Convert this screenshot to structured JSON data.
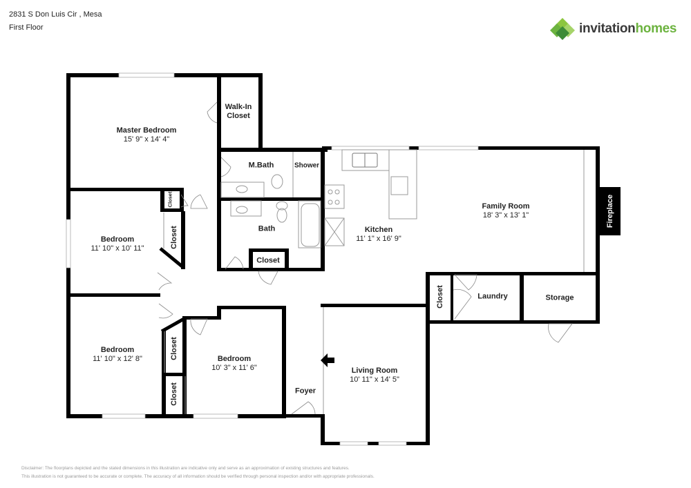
{
  "header": {
    "address": "2831 S Don Luis Cir , Mesa",
    "floor": "First Floor"
  },
  "logo": {
    "word1": "invitation",
    "word2": "homes",
    "color_dark": "#3a3a3a",
    "color_green": "#6cb33f"
  },
  "rooms": {
    "master_bedroom": {
      "name": "Master Bedroom",
      "dims": "15' 9\" x 14' 4\""
    },
    "walk_in_closet": {
      "name": "Walk-In Closet",
      "line1": "Walk-In",
      "line2": "Closet"
    },
    "m_bath": {
      "name": "M.Bath"
    },
    "shower": {
      "name": "Shower"
    },
    "bath": {
      "name": "Bath"
    },
    "hall_closet": {
      "name": "Closet"
    },
    "kitchen": {
      "name": "Kitchen",
      "dims": "11' 1\" x 16' 9\""
    },
    "family_room": {
      "name": "Family Room",
      "dims": "18' 3\" x 13' 1\""
    },
    "fireplace": {
      "name": "Fireplace"
    },
    "bedroom_1": {
      "name": "Bedroom",
      "dims": "11' 10\" x 10' 11\""
    },
    "bedroom_2": {
      "name": "Bedroom",
      "dims": "11' 10\" x 12' 8\""
    },
    "bedroom_3": {
      "name": "Bedroom",
      "dims": "10' 3\" x 11' 6\""
    },
    "small_closet": {
      "name": "Closet"
    },
    "bedroom1_closet": {
      "name": "Closet"
    },
    "bedroom2_closet": {
      "name": "Closet"
    },
    "bedroom3_closet": {
      "name": "Closet"
    },
    "laundry_closet": {
      "name": "Closet"
    },
    "laundry": {
      "name": "Laundry"
    },
    "storage": {
      "name": "Storage"
    },
    "foyer": {
      "name": "Foyer"
    },
    "living_room": {
      "name": "Living Room",
      "dims": "10' 11\" x 14' 5\""
    }
  },
  "disclaimer": {
    "line1": "Disclaimer: The floorplans depicted and the stated dimensions in this illustration are indicative only and serve as an approximation of existing structures and features.",
    "line2": "This illustration is not guaranteed to be accurate or complete. The accuracy of all information should be verified through personal inspection and/or with appropriate professionals."
  },
  "icons": {
    "entry": "entry-arrow-icon",
    "logo_mark": "invitation-homes-logo-icon"
  }
}
